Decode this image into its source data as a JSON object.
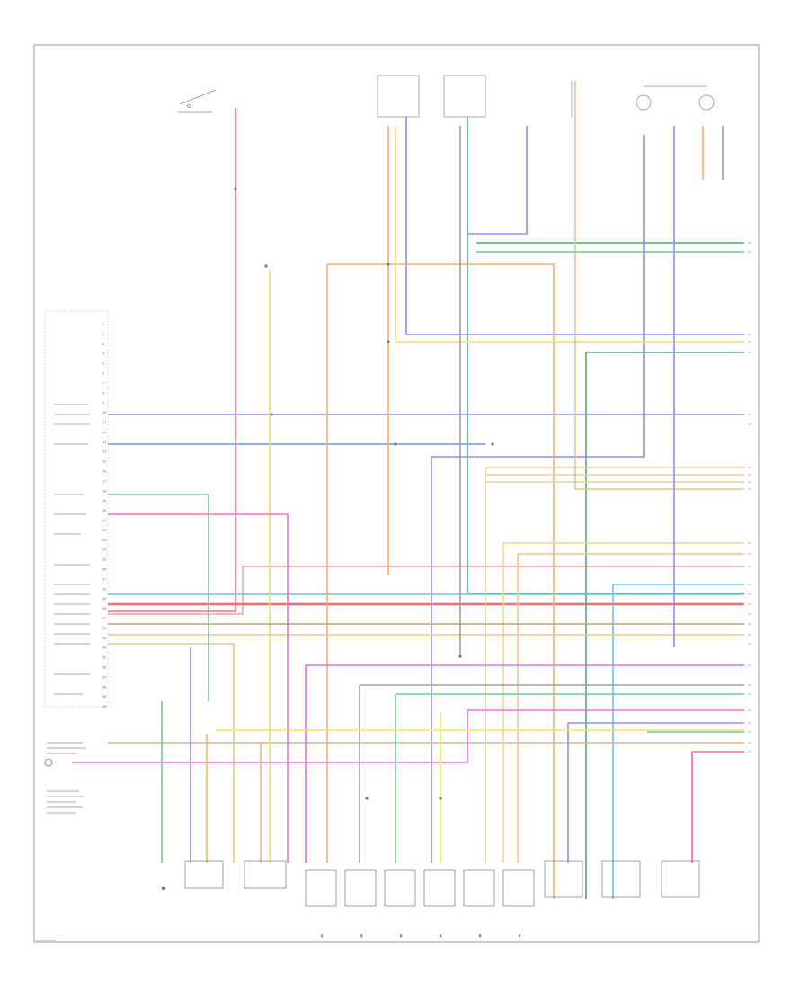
{
  "pcm": {
    "pins": [
      "1",
      "2",
      "3",
      "4",
      "5",
      "6",
      "7",
      "8",
      "9",
      "10",
      "11",
      "12",
      "13",
      "14",
      "15",
      "16",
      "17",
      "18",
      "19",
      "20",
      "21",
      "22",
      "23",
      "24",
      "25",
      "26",
      "27",
      "28",
      "29",
      "30",
      "31",
      "32",
      "33",
      "34",
      "35",
      "36",
      "37",
      "38",
      "39",
      "40"
    ]
  },
  "connectors": [
    {
      "id": "1",
      "label": "1"
    },
    {
      "id": "2",
      "label": "2"
    },
    {
      "id": "3",
      "label": "3"
    },
    {
      "id": "4",
      "label": "4"
    },
    {
      "id": "5",
      "label": "5"
    },
    {
      "id": "6",
      "label": "6"
    }
  ],
  "colors": {
    "red": "#f07070",
    "pink": "#f49ab0",
    "orange": "#f4b070",
    "yellow": "#f0e070",
    "tan": "#e8d0a0",
    "green": "#70c890",
    "dkgreen": "#50a878",
    "blue": "#7090e0",
    "ltblue": "#70c0e8",
    "violet": "#c090e0",
    "magenta": "#e870e0",
    "gray": "#a0a0a0",
    "brown": "#c8a070"
  }
}
